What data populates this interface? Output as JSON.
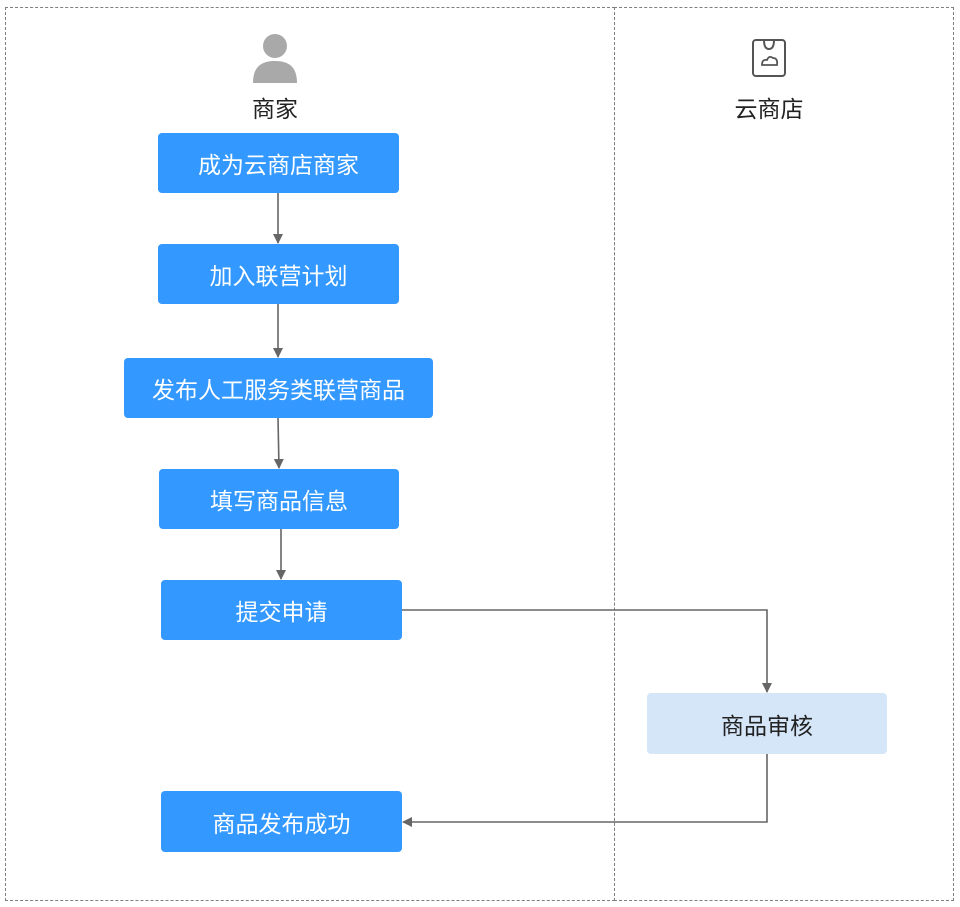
{
  "lanes": {
    "merchant": {
      "label": "商家",
      "icon": "user-icon"
    },
    "store": {
      "label": "云商店",
      "icon": "shopping-bag-icon"
    }
  },
  "steps": {
    "become_merchant": "成为云商店商家",
    "join_program": "加入联营计划",
    "publish_product": "发布人工服务类联营商品",
    "fill_info": "填写商品信息",
    "submit": "提交申请",
    "review": "商品审核",
    "success": "商品发布成功"
  },
  "colors": {
    "step_fill": "#3398ff",
    "review_fill": "#d5e6f8",
    "connector": "#666666",
    "lane_border": "#7f7f7f"
  }
}
